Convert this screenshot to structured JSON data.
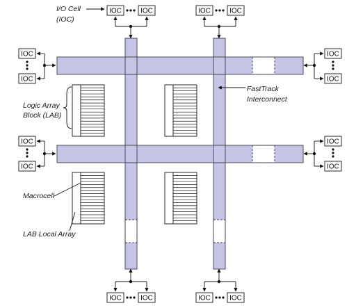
{
  "ioc_label": "IOC",
  "labels": {
    "io_cell": "I/O Cell",
    "io_cell_abbr": "(IOC)",
    "fasttrack_1": "FastTrack",
    "fasttrack_2": "Interconnect",
    "lab_1": "Logic Array",
    "lab_2": "Block (LAB)",
    "macrocell": "Macrocell",
    "lab_local_array": "LAB Local Array"
  },
  "colors": {
    "interconnect": "#c5c6e6",
    "line": "#111111"
  }
}
